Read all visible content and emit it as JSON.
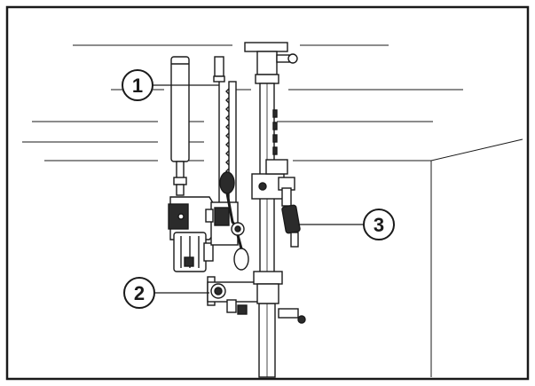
{
  "callouts": [
    {
      "id": "1",
      "label": "1"
    },
    {
      "id": "2",
      "label": "2"
    },
    {
      "id": "3",
      "label": "3"
    }
  ],
  "colors": {
    "line": "#1a1a1a",
    "frame": "#1a1a1a",
    "background": "#ffffff",
    "fill_dark": "#2b2b2b",
    "fill_light": "#ffffff"
  }
}
